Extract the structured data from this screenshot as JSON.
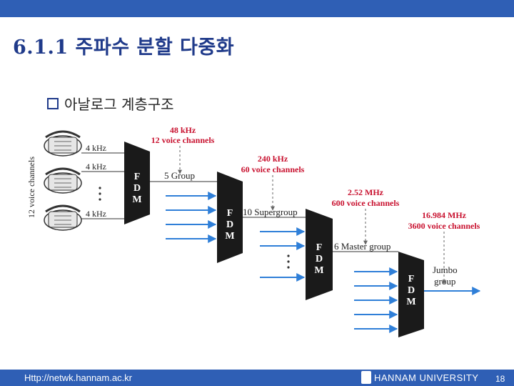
{
  "slide": {
    "title": "6.1.1 주파수 분할 다중화",
    "bullet": "아날로그 계층구조",
    "footer_url": "Http://netwk.hannam.ac.kr",
    "footer_univ": "HANNAM UNIVERSITY",
    "page_number": "18"
  },
  "diagram": {
    "vertical_label": "12 voice channels",
    "channel_labels": [
      "4 kHz",
      "4 kHz",
      "4 kHz"
    ],
    "mux_text": [
      "F",
      "D",
      "M"
    ],
    "group_label": "5 Group",
    "supergroup_label": "10 Supergroup",
    "master_label": "6 Master group",
    "jumbo_label": [
      "Jumbo",
      "group"
    ],
    "ann1": [
      "48 kHz",
      "12 voice channels"
    ],
    "ann2": [
      "240 kHz",
      "60 voice channels"
    ],
    "ann3": [
      "2.52 MHz",
      "600 voice channels"
    ],
    "ann4": [
      "16.984 MHz",
      "3600 voice channels"
    ]
  },
  "colors": {
    "bar": "#2f5fb5",
    "title": "#1f3a8a",
    "arrow": "#2f7fd8",
    "mux": "#1a1a1a",
    "annotation": "#c8102e"
  }
}
